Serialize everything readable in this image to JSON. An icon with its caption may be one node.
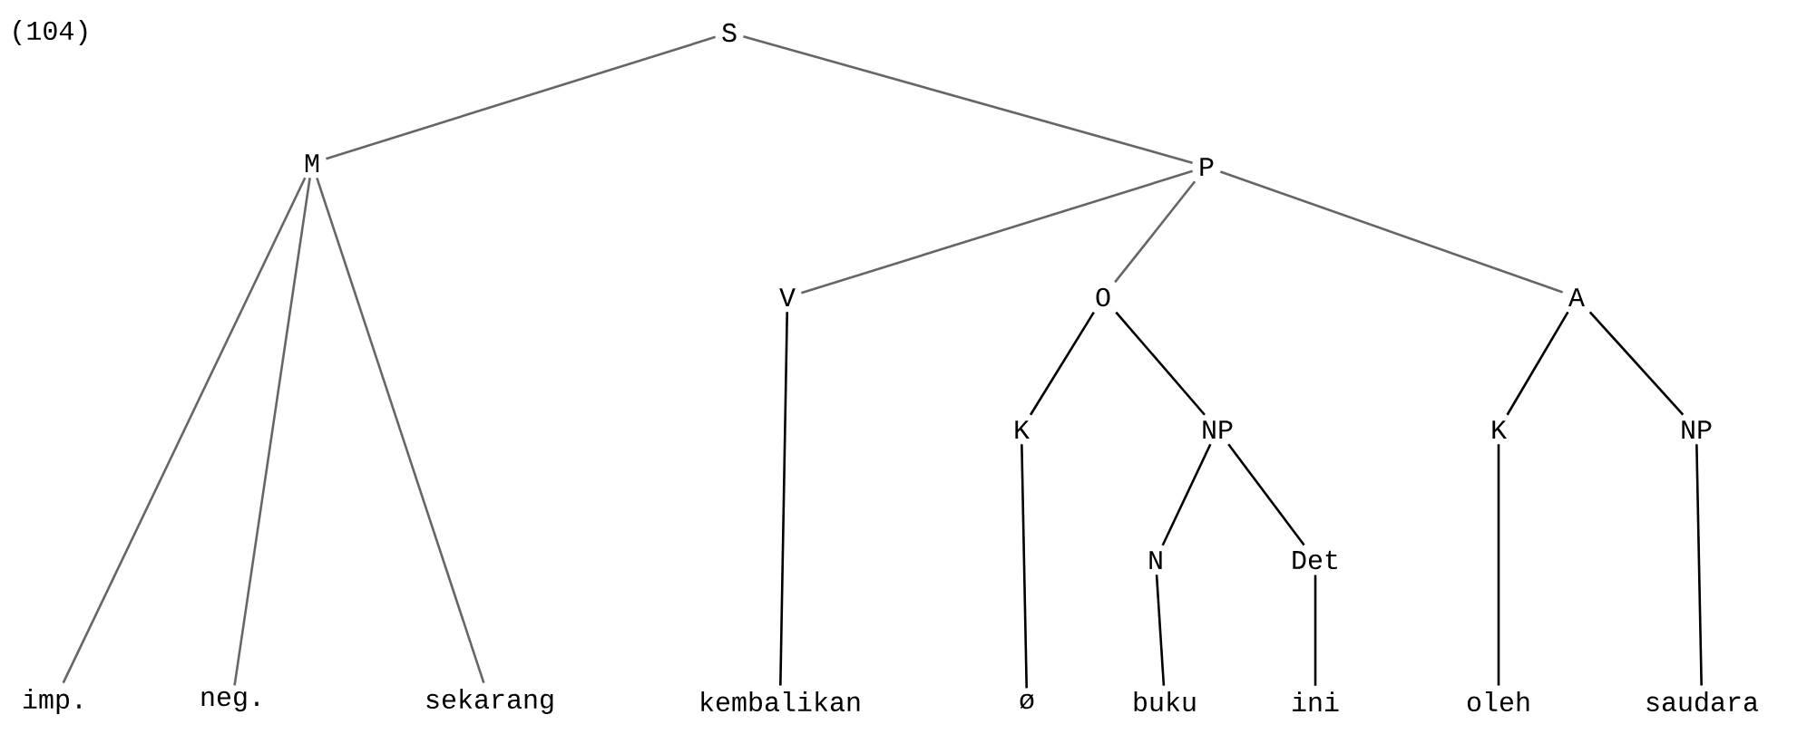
{
  "diagram": {
    "nodes": [
      {
        "text": [
          "S"
        ]
      },
      {
        "text": [
          "M"
        ]
      },
      {
        "text": [
          "P"
        ]
      },
      {
        "text": [
          "V"
        ]
      },
      {
        "text": [
          "O"
        ]
      },
      {
        "text": [
          "A"
        ]
      },
      {
        "text": [
          "K"
        ]
      },
      {
        "text": [
          "NP"
        ]
      },
      {
        "text": [
          "K"
        ]
      },
      {
        "text": [
          "NP"
        ]
      },
      {
        "text": [
          "N"
        ]
      },
      {
        "text": [
          "Det"
        ]
      },
      {
        "text": [
          "imp."
        ]
      },
      {
        "text": [
          "neg."
        ]
      },
      {
        "text": [
          "sekarang"
        ]
      },
      {
        "text": [
          "kembalikan"
        ]
      },
      {
        "text": [
          "ø"
        ]
      },
      {
        "text": [
          "buku"
        ]
      },
      {
        "text": [
          "ini"
        ]
      },
      {
        "text": [
          "oleh"
        ]
      },
      {
        "text": [
          "saudara"
        ]
      }
    ],
    "edges": [
      {
        "from": 0,
        "to": 1,
        "arrow": "none",
        "color": "#666666"
      },
      {
        "from": 0,
        "to": 2,
        "arrow": "none",
        "color": "#666666"
      },
      {
        "from": 1,
        "to": 12,
        "arrow": "none",
        "color": "#666666"
      },
      {
        "from": 1,
        "to": 13,
        "arrow": "none",
        "color": "#666666"
      },
      {
        "from": 1,
        "to": 14,
        "arrow": "none",
        "color": "#666666"
      },
      {
        "from": 2,
        "to": 3,
        "arrow": "none",
        "color": "#666666"
      },
      {
        "from": 2,
        "to": 4,
        "arrow": "none",
        "color": "#666666"
      },
      {
        "from": 2,
        "to": 5,
        "arrow": "none",
        "color": "#666666"
      },
      {
        "from": 3,
        "to": 15,
        "arrow": "none"
      },
      {
        "from": 4,
        "to": 6,
        "arrow": "none"
      },
      {
        "from": 4,
        "to": 7,
        "arrow": "none"
      },
      {
        "from": 5,
        "to": 8,
        "arrow": "none"
      },
      {
        "from": 5,
        "to": 9,
        "arrow": "none"
      },
      {
        "from": 6,
        "to": 16,
        "arrow": "none"
      },
      {
        "from": 7,
        "to": 10,
        "arrow": "none"
      },
      {
        "from": 7,
        "to": 11,
        "arrow": "none"
      },
      {
        "from": 8,
        "to": 19,
        "arrow": "none"
      },
      {
        "from": 9,
        "to": 20,
        "arrow": "none"
      },
      {
        "from": 10,
        "to": 17,
        "arrow": "none"
      },
      {
        "from": 11,
        "to": 18,
        "arrow": "none"
      }
    ],
    "labels": [
      "(104)"
    ]
  }
}
